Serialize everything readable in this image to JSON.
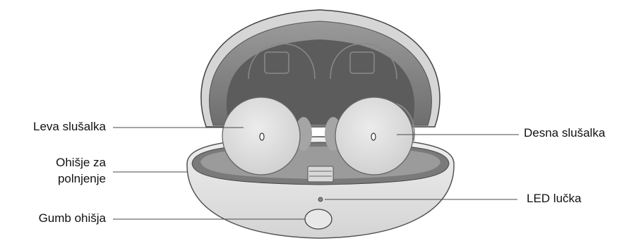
{
  "labels": {
    "left_earbud": "Leva slušalka",
    "right_earbud": "Desna slušalka",
    "charging_case_line1": "Ohišje za",
    "charging_case_line2": "polnjenje",
    "led_light": "LED lučka",
    "case_button": "Gumb ohišja"
  },
  "colors": {
    "case_dark": "#555555",
    "case_mid": "#8c8c8c",
    "case_light": "#dddddd",
    "earbud": "#e2e2e2",
    "leader_line": "#4a4a4a"
  }
}
